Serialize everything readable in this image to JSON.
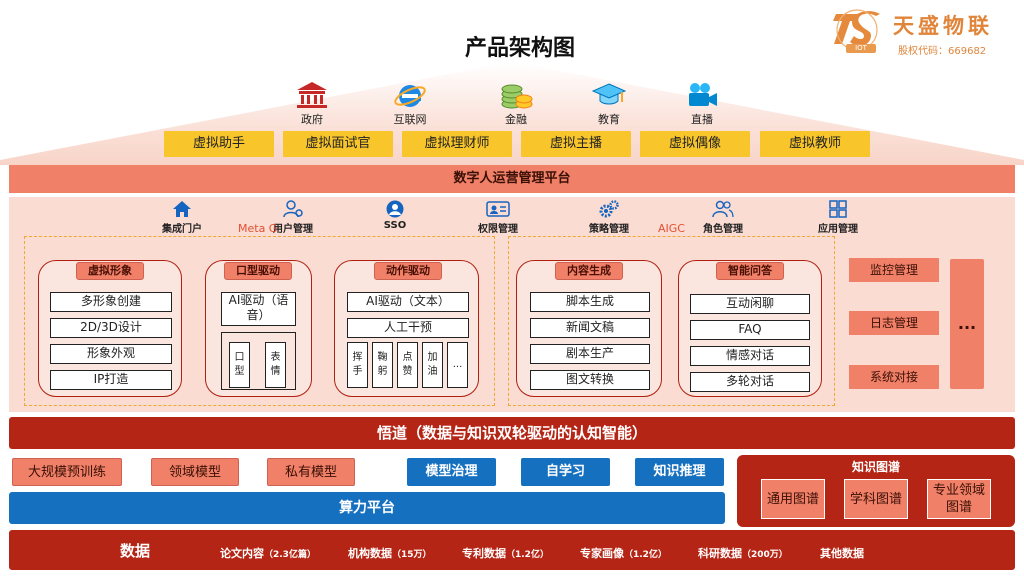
{
  "title": "产品架构图",
  "logo": {
    "name": "天盛物联",
    "badge": "IOT",
    "stock_code": "股权代码：669682"
  },
  "industries": [
    {
      "label": "政府",
      "icon": "government-building-icon"
    },
    {
      "label": "互联网",
      "icon": "internet-explorer-icon"
    },
    {
      "label": "金融",
      "icon": "coins-icon"
    },
    {
      "label": "教育",
      "icon": "graduation-cap-icon"
    },
    {
      "label": "直播",
      "icon": "live-video-camera-icon"
    }
  ],
  "apps": [
    "虚拟助手",
    "虚拟面试官",
    "虚拟理财师",
    "虚拟主播",
    "虚拟偶像",
    "虚拟教师"
  ],
  "platform": "数字人运营管理平台",
  "modules": [
    {
      "label": "集成门户",
      "icon": "home-icon"
    },
    {
      "label": "用户管理",
      "icon": "user-gear-icon"
    },
    {
      "label": "SSO",
      "icon": "user-circle-icon"
    },
    {
      "label": "权限管理",
      "icon": "id-card-icon"
    },
    {
      "label": "策略管理",
      "icon": "gears-icon"
    },
    {
      "label": "角色管理",
      "icon": "users-icon"
    },
    {
      "label": "应用管理",
      "icon": "app-grid-icon"
    }
  ],
  "meta_label": "Meta G",
  "aigc_label": "AIGC",
  "virtual_image": {
    "title": "虚拟形象",
    "items": [
      "多形象创建",
      "2D/3D设计",
      "形象外观",
      "IP打造"
    ]
  },
  "lip_drive": {
    "title": "口型驱动",
    "items": [
      "AI驱动（语音）"
    ],
    "sub": [
      "口型",
      "表情"
    ]
  },
  "motion_drive": {
    "title": "动作驱动",
    "items": [
      "AI驱动（文本）",
      "人工干预"
    ],
    "sub": [
      "挥手",
      "鞠躬",
      "点赞",
      "加油",
      "..."
    ]
  },
  "content_gen": {
    "title": "内容生成",
    "items": [
      "脚本生成",
      "新闻文稿",
      "剧本生产",
      "图文转换"
    ]
  },
  "smart_qa": {
    "title": "智能问答",
    "items": [
      "互动闲聊",
      "FAQ",
      "情感对话",
      "多轮对话"
    ]
  },
  "side_buttons": [
    "监控管理",
    "日志管理",
    "系统对接"
  ],
  "more": "...",
  "wudao": "悟道（数据与知识双轮驱动的认知智能）",
  "models_salmon": [
    "大规模预训练",
    "领域模型",
    "私有模型"
  ],
  "models_blue": [
    "模型治理",
    "自学习",
    "知识推理"
  ],
  "knowledge_graph": {
    "title": "知识图谱",
    "items": [
      "通用图谱",
      "学科图谱",
      "专业领域图谱"
    ]
  },
  "compute": "算力平台",
  "data": {
    "title": "数据",
    "items": [
      {
        "name": "论文内容",
        "count": "（2.3亿篇）"
      },
      {
        "name": "机构数据",
        "count": "（15万）"
      },
      {
        "name": "专利数据",
        "count": "（1.2亿）"
      },
      {
        "name": "专家画像",
        "count": "（1.2亿）"
      },
      {
        "name": "科研数据",
        "count": "（200万）"
      },
      {
        "name": "其他数据",
        "count": ""
      }
    ]
  },
  "colors": {
    "salmon": "#f08068",
    "dark_red": "#b52515",
    "blue": "#1670c0",
    "yellow": "#f8c52b",
    "pink_bg": "#fbdcd3",
    "orange_dash": "#f0a830"
  }
}
